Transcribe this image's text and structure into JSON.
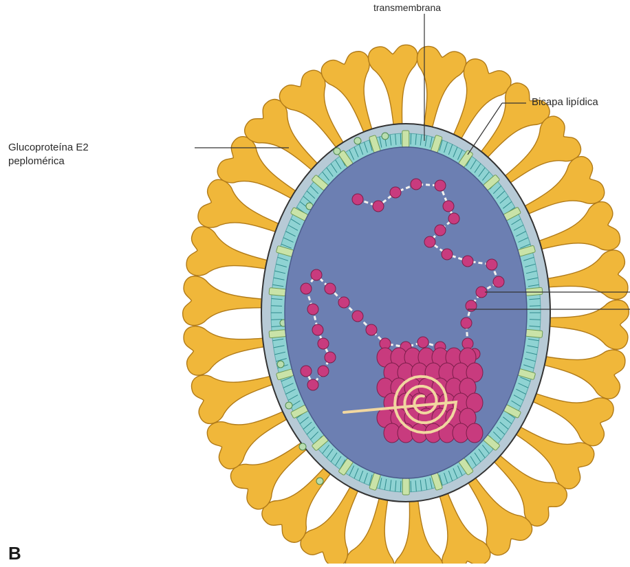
{
  "labels": {
    "top": "transmembrana",
    "bicapa": "Bicapa lipídica",
    "glucoproteina_line1": "Glucoproteína E2",
    "glucoproteina_line2": "peplomérica"
  },
  "panel_letter": "B",
  "colors": {
    "spike": "#F0B73A",
    "spike_edge": "#B07A18",
    "core": "#6C7FB2",
    "envelope": "#B7CAD6",
    "bilayer": "#8FD3D3",
    "transmembrane_protein": "#C9E3A8",
    "nucleocapsid": "#C83B7E",
    "rna_strand": "#F1D7A0",
    "small_particles": "#B9DDB0"
  }
}
